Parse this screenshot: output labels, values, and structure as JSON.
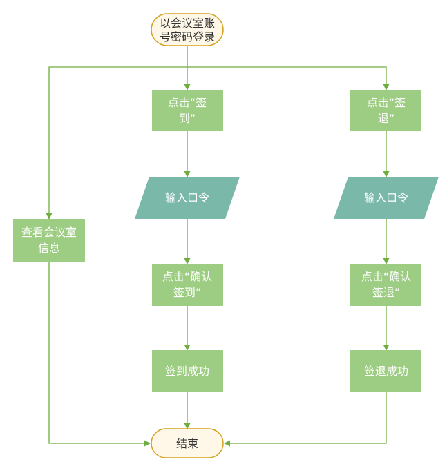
{
  "nodes": {
    "start": {
      "lines": [
        "以会议室账",
        "号密码登录"
      ],
      "type": "terminator"
    },
    "checkin_click": {
      "lines": [
        "点击“签",
        "到”"
      ],
      "type": "process"
    },
    "checkout_click": {
      "lines": [
        "点击“签",
        "退”"
      ],
      "type": "process"
    },
    "checkin_input": {
      "lines": [
        "输入口令"
      ],
      "type": "io"
    },
    "checkout_input": {
      "lines": [
        "输入口令"
      ],
      "type": "io"
    },
    "view_info": {
      "lines": [
        "查看会议室",
        "信息"
      ],
      "type": "process"
    },
    "checkin_confirm": {
      "lines": [
        "点击“确认",
        "签到”"
      ],
      "type": "process"
    },
    "checkout_confirm": {
      "lines": [
        "点击“确认",
        "签退”"
      ],
      "type": "process"
    },
    "checkin_success": {
      "lines": [
        "签到成功"
      ],
      "type": "process"
    },
    "checkout_success": {
      "lines": [
        "签退成功"
      ],
      "type": "process"
    },
    "end": {
      "lines": [
        "结束"
      ],
      "type": "terminator"
    }
  },
  "colors": {
    "process_fill": "#9dcc83",
    "io_fill": "#7ab8aa",
    "terminator_fill": "#fff8e8",
    "terminator_stroke": "#d6a21e",
    "edge": "#6fae3e"
  }
}
